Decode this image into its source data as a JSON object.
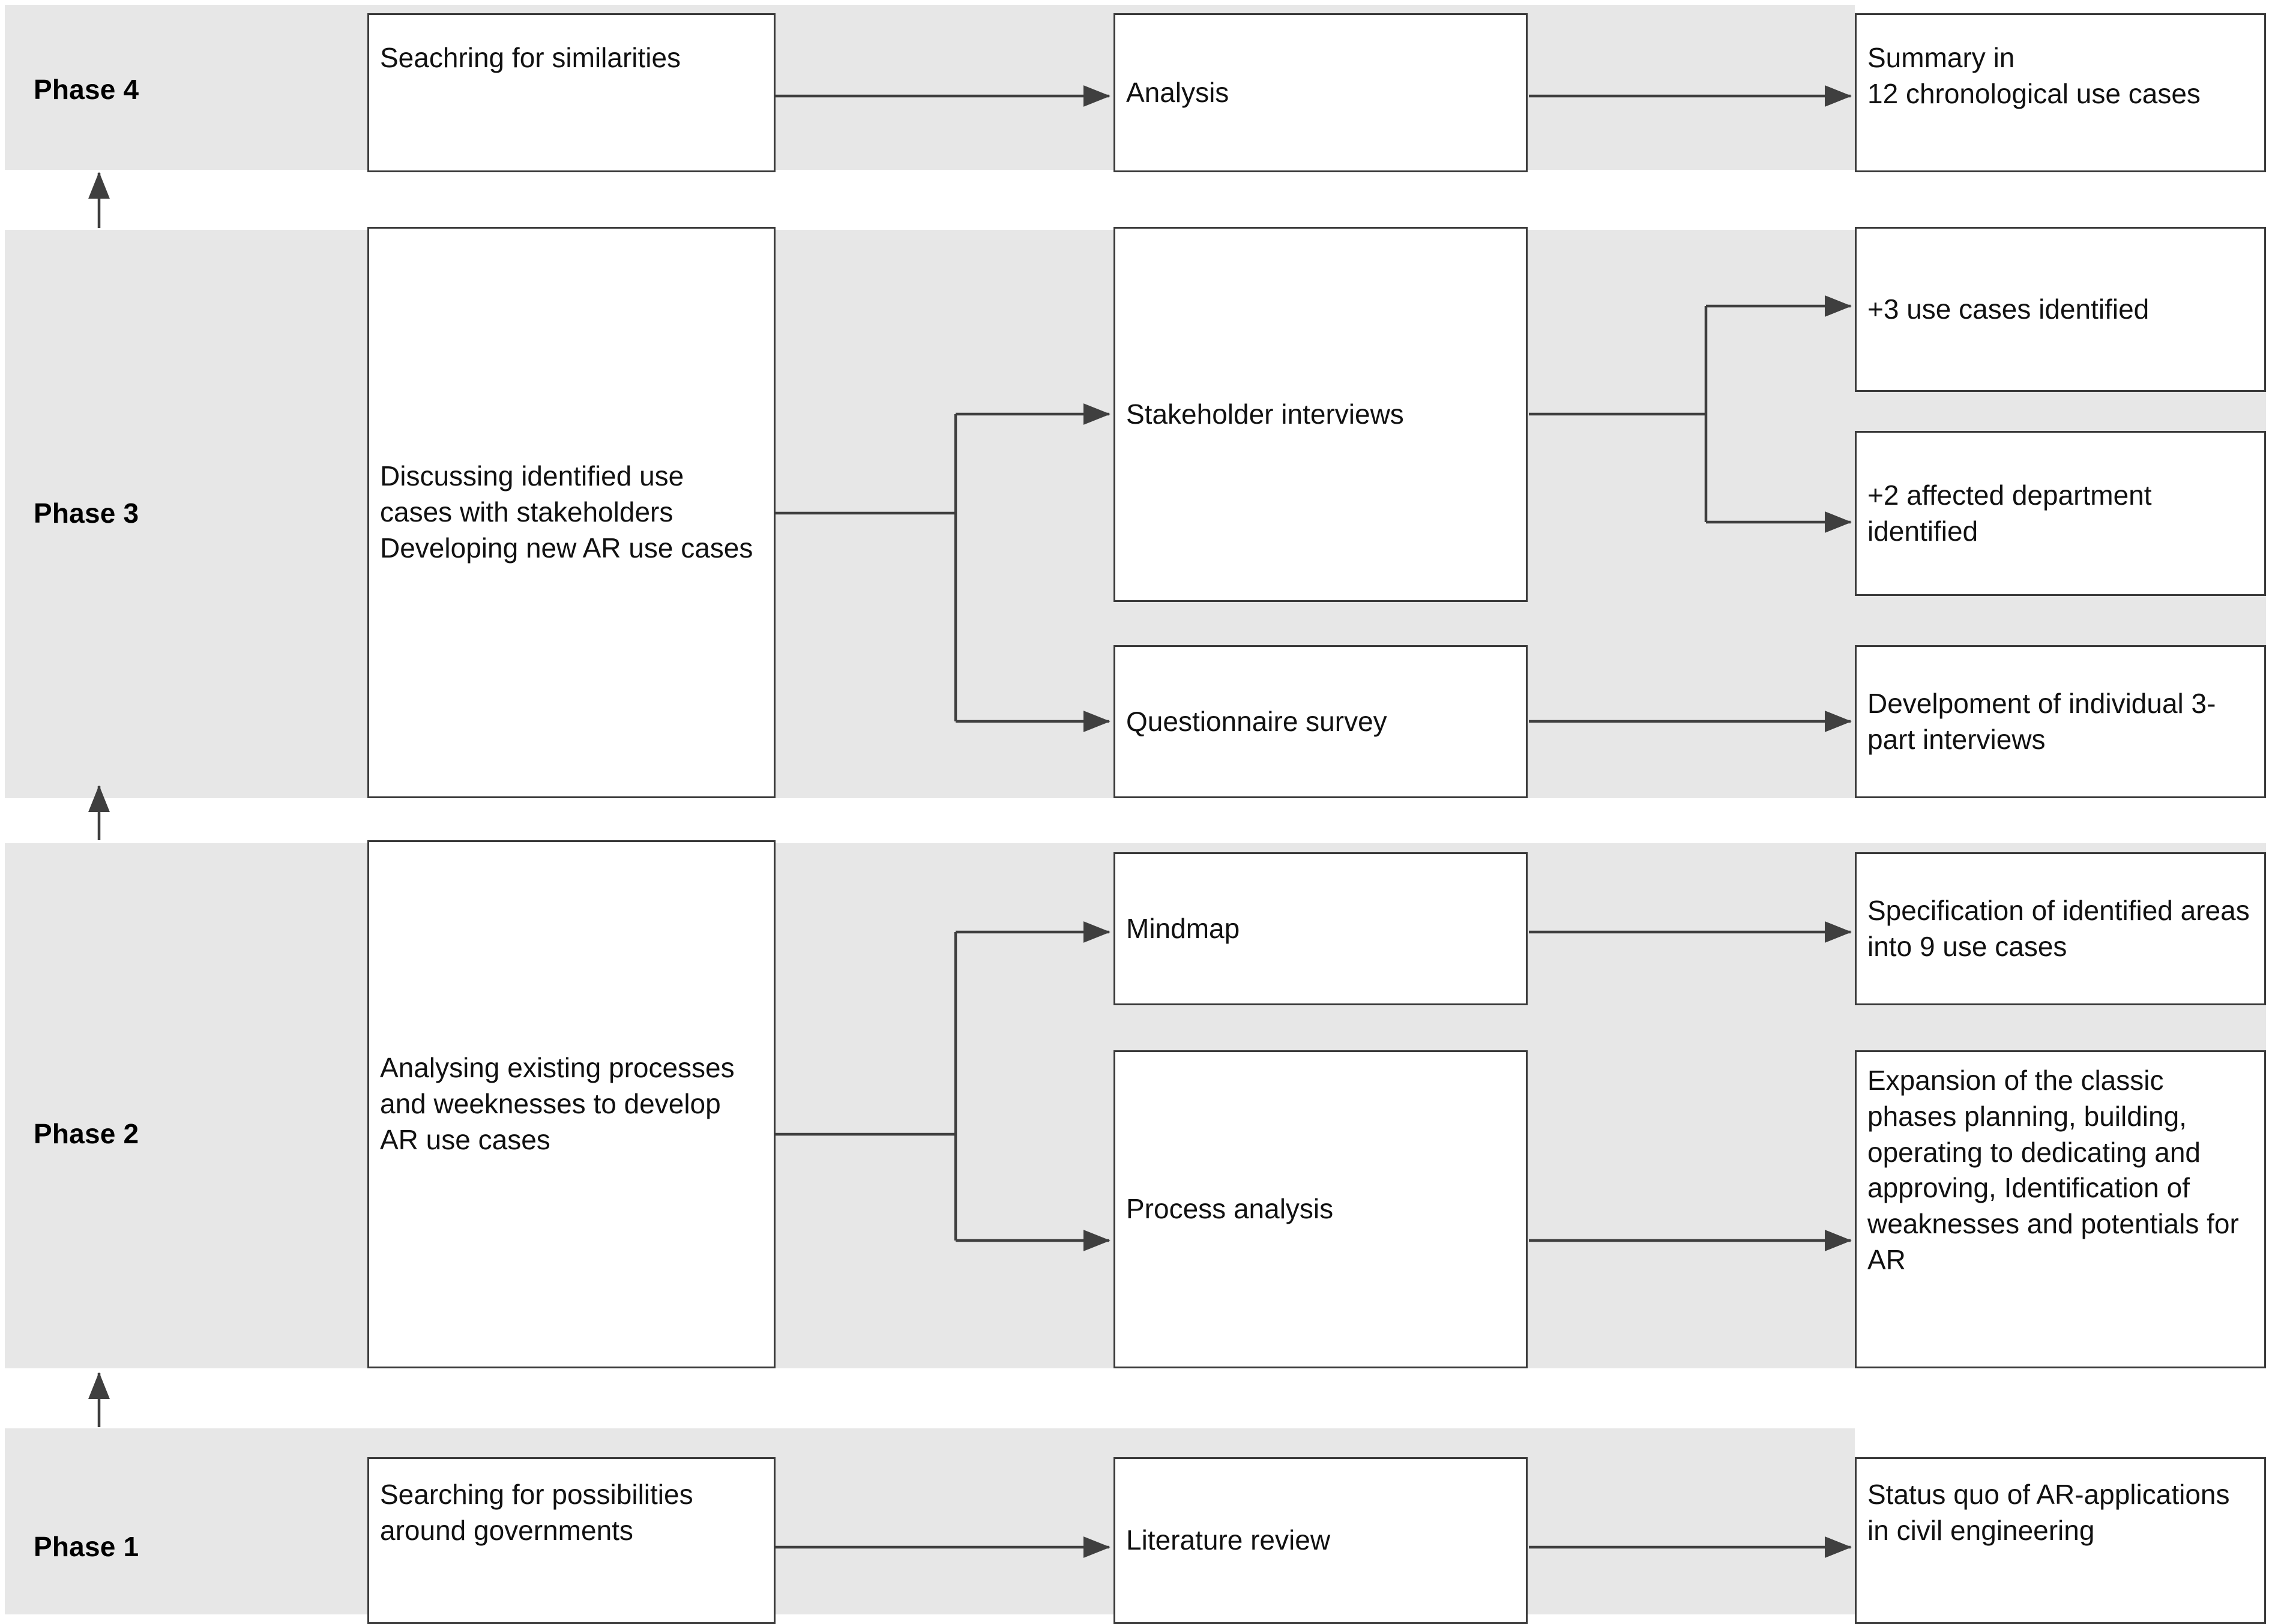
{
  "diagram": {
    "title": "Research methodology phases flowchart",
    "colors": {
      "band_fill": "#e7e7e7",
      "box_fill": "#ffffff",
      "box_border": "#3a3a3a",
      "connector": "#3f3f3f",
      "text": "#111111"
    }
  },
  "phases": [
    {
      "id": "phase4",
      "label": "Phase 4"
    },
    {
      "id": "phase3",
      "label": "Phase 3"
    },
    {
      "id": "phase2",
      "label": "Phase 2"
    },
    {
      "id": "phase1",
      "label": "Phase 1"
    }
  ],
  "nodes": {
    "p4_input": {
      "text": "Seachring for similarities"
    },
    "p4_method": {
      "text": "Analysis"
    },
    "p4_result": {
      "text": "Summary in\n12 chronological use cases"
    },
    "p3_input": {
      "text": "Discussing identified use cases with stakeholders\nDeveloping new AR use cases"
    },
    "p3_method1": {
      "text": "Stakeholder interviews"
    },
    "p3_method2": {
      "text": "Questionnaire survey"
    },
    "p3_result1": {
      "text": "+3 use cases identified"
    },
    "p3_result2": {
      "text": "+2 affected department identified"
    },
    "p3_result3": {
      "text": "Develpoment of individual 3-part interviews"
    },
    "p2_input": {
      "text": "Analysing existing processes and weeknesses to develop AR use cases"
    },
    "p2_method1": {
      "text": "Mindmap"
    },
    "p2_method2": {
      "text": "Process analysis"
    },
    "p2_result1": {
      "text": "Specification of identified areas into 9 use cases"
    },
    "p2_result2": {
      "text": "Expansion of the classic phases planning, building, operating to dedicating and approving, Identification of weaknesses and potentials for AR"
    },
    "p1_input": {
      "text": "Searching for possibilities around governments"
    },
    "p1_method": {
      "text": "Literature review"
    },
    "p1_result": {
      "text": "Status quo of AR-applications in civil engineering"
    }
  },
  "chart_data": {
    "type": "diagram",
    "layout": "4 horizontal phase bands, each: input box -> method box(es) -> result box(es)",
    "flows": [
      {
        "phase": "Phase 4",
        "from": "Seachring for similarities",
        "to": "Analysis"
      },
      {
        "phase": "Phase 4",
        "from": "Analysis",
        "to": "Summary in 12 chronological use cases"
      },
      {
        "phase": "Phase 3",
        "from": "Discussing identified use cases with stakeholders Developing new AR use cases",
        "to": "Stakeholder interviews"
      },
      {
        "phase": "Phase 3",
        "from": "Discussing identified use cases with stakeholders Developing new AR use cases",
        "to": "Questionnaire survey"
      },
      {
        "phase": "Phase 3",
        "from": "Stakeholder interviews",
        "to": "+3 use cases identified"
      },
      {
        "phase": "Phase 3",
        "from": "Stakeholder interviews",
        "to": "+2 affected department identified"
      },
      {
        "phase": "Phase 3",
        "from": "Questionnaire survey",
        "to": "Develpoment of individual 3-part interviews"
      },
      {
        "phase": "Phase 2",
        "from": "Analysing existing processes and weeknesses to develop AR use cases",
        "to": "Mindmap"
      },
      {
        "phase": "Phase 2",
        "from": "Analysing existing processes and weeknesses to develop AR use cases",
        "to": "Process analysis"
      },
      {
        "phase": "Phase 2",
        "from": "Mindmap",
        "to": "Specification of identified areas into 9 use cases"
      },
      {
        "phase": "Phase 2",
        "from": "Process analysis",
        "to": "Expansion of the classic phases planning, building, operating to dedicating and approving, Identification of weaknesses and potentials for AR"
      },
      {
        "phase": "Phase 1",
        "from": "Searching for possibilities around governments",
        "to": "Literature review"
      },
      {
        "phase": "Phase 1",
        "from": "Literature review",
        "to": "Status quo of AR-applications in civil engineering"
      },
      {
        "phase": "progression",
        "from": "Phase 1",
        "to": "Phase 2"
      },
      {
        "phase": "progression",
        "from": "Phase 2",
        "to": "Phase 3"
      },
      {
        "phase": "progression",
        "from": "Phase 3",
        "to": "Phase 4"
      }
    ]
  }
}
